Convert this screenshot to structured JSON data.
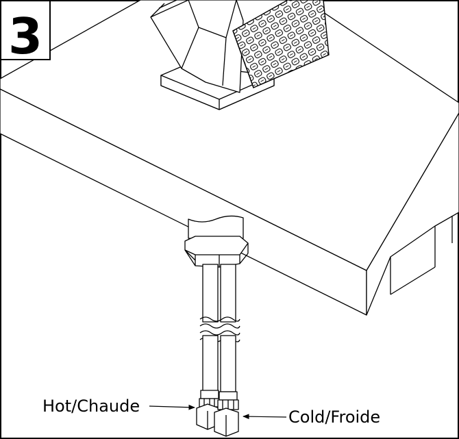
{
  "figure": {
    "step_number": "3",
    "labels": {
      "hot": "Hot/Chaude",
      "cold": "Cold/Froide"
    }
  }
}
